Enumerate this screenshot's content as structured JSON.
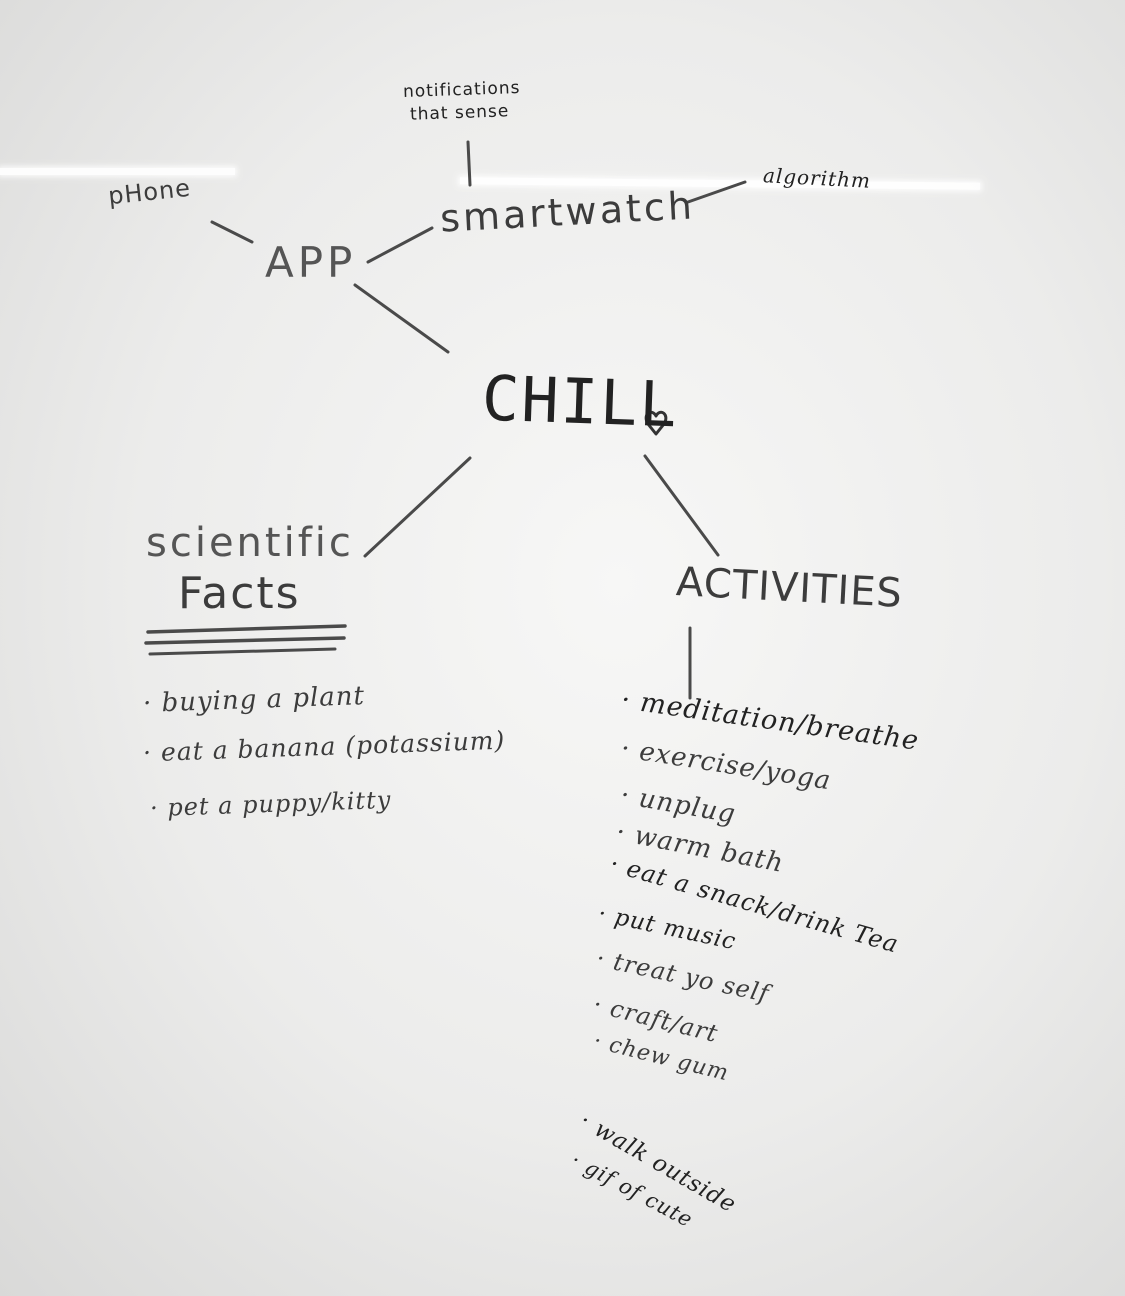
{
  "center": "CHILL",
  "heart_icon": "heart-icon",
  "top_branch": {
    "app": "APP",
    "phone": "pHone",
    "smartwatch": "smartwatch",
    "algorithm": "algorithm",
    "notifications_line1": "notifications",
    "notifications_line2": "that sense"
  },
  "left_branch": {
    "title_line1": "scientific",
    "title_line2": "Facts",
    "items": [
      "buying a plant",
      "eat a banana (potassium)",
      "pet a puppy/kitty"
    ]
  },
  "right_branch": {
    "title": "ACTIVITIES",
    "items": [
      "meditation/breathe",
      "exercise/yoga",
      "unplug",
      "warm bath",
      "eat a snack/drink Tea",
      "put music",
      "treat yo self",
      "craft/art",
      "chew gum"
    ],
    "extra_items": [
      "walk outside",
      "gif of cute"
    ]
  }
}
